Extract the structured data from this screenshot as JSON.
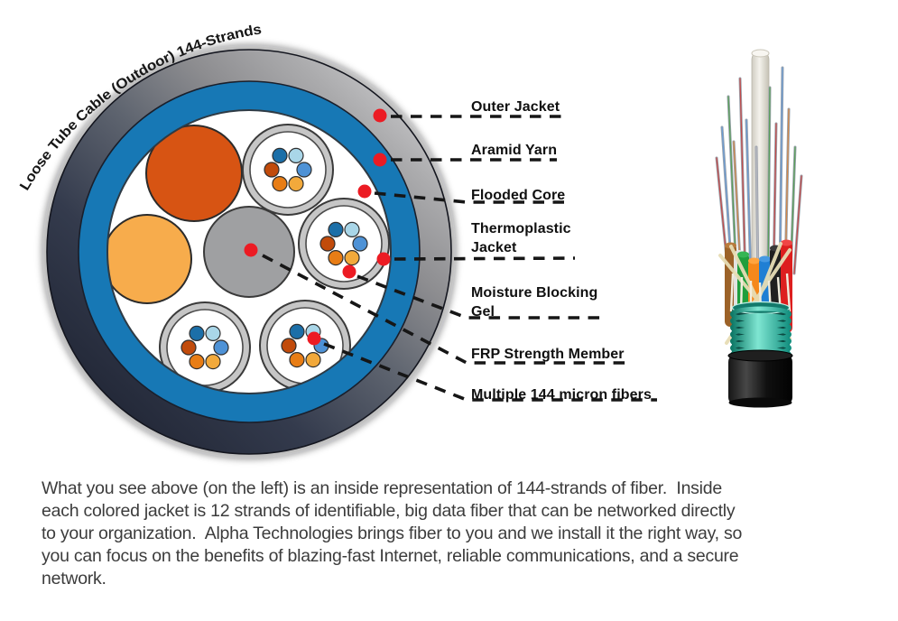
{
  "diagram": {
    "arc_title": "Loose Tube Cable (Outdoor) 144-Strands",
    "labels": [
      {
        "text": "Outer Jacket"
      },
      {
        "text": "Aramid Yarn"
      },
      {
        "text": "Flooded Core"
      },
      {
        "text": "Thermoplastic Jacket"
      },
      {
        "text": "Moisture Blocking Gel"
      },
      {
        "text": "FRP Strength Member"
      },
      {
        "text": "Multiple 144 micron fibers"
      }
    ],
    "colors": {
      "outer_jacket_dark": "#1E2332",
      "outer_jacket_light": "#CFCFD1",
      "thermoplastic_blue": "#1778B5",
      "filler_orange": "#D75413",
      "filler_yellow": "#F7AC4C",
      "frp_gray": "#9FA0A2",
      "buffer_tube_ring": "#C6C6C6",
      "callout_red": "#EC1B23",
      "fiber_dark_blue": "#1C6FA8",
      "fiber_light_blue": "#A9D6E8",
      "fiber_medium_blue": "#4E92D6",
      "fiber_rust": "#C14B0B",
      "fiber_orange": "#E87D15",
      "fiber_amber": "#F2A93B"
    },
    "cable_photo_parts": "bare fibers, central strength member, colored buffer tubes, aramid yarn, armor wrap, black outer jacket"
  },
  "paragraph_lines": [
    "What you see above (on the left) is an inside representation of 144-strands of fiber.  Inside",
    "each colored jacket is 12 strands of identifiable, big data fiber that can be networked directly",
    "to your organization.  Alpha Technologies brings fiber to you and we install it the right way, so",
    "you can focus on the benefits of blazing-fast Internet, reliable communications, and a secure",
    "network."
  ]
}
